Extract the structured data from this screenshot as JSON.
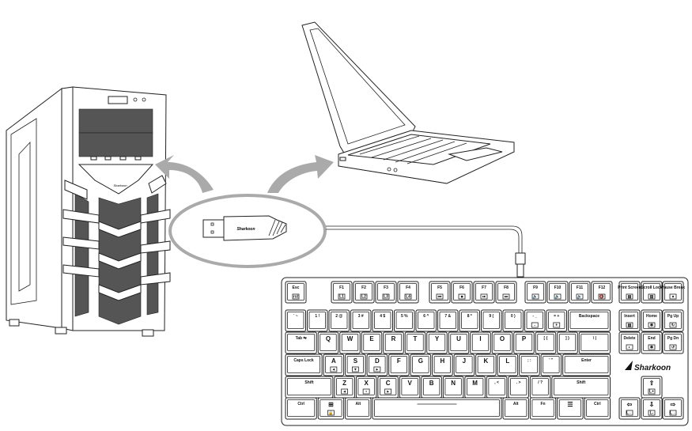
{
  "brand": "Sharkoon",
  "colors": {
    "arrow": "#aaaaaa",
    "line": "#222222",
    "mesh": "#555555"
  },
  "usb_plug": {
    "logo": "Sharkoon"
  },
  "tower": {
    "logo": "Sharkoon"
  },
  "keyboard": {
    "logo": "Sharkoon",
    "function_row": [
      {
        "label": "Esc",
        "sub": "rst"
      },
      {
        "label": "F1",
        "sub": "L1"
      },
      {
        "label": "F2",
        "sub": "L2"
      },
      {
        "label": "F3",
        "sub": "L3"
      },
      {
        "label": "F4",
        "sub": "L4"
      },
      {
        "label": "F5",
        "sub": "⏮"
      },
      {
        "label": "F6",
        "sub": "■"
      },
      {
        "label": "F7",
        "sub": "⏯"
      },
      {
        "label": "F8",
        "sub": "⏭"
      },
      {
        "label": "F9",
        "sub": "🔈"
      },
      {
        "label": "F10",
        "sub": "🔉"
      },
      {
        "label": "F11",
        "sub": "🔊"
      },
      {
        "label": "F12",
        "sub": "🔇"
      },
      {
        "label": "Print Screen",
        "sub": "▤"
      },
      {
        "label": "Scroll Lock",
        "sub": "▥"
      },
      {
        "label": "Pause Break",
        "sub": "⏸"
      }
    ],
    "rows": [
      [
        {
          "label": "` ~"
        },
        {
          "label": "1 !"
        },
        {
          "label": "2 @"
        },
        {
          "label": "3 #"
        },
        {
          "label": "4 $"
        },
        {
          "label": "5 %"
        },
        {
          "label": "6 ^"
        },
        {
          "label": "7 &"
        },
        {
          "label": "8 *"
        },
        {
          "label": "9 ("
        },
        {
          "label": "0 )"
        },
        {
          "label": "- _",
          "sub": "-"
        },
        {
          "label": "= +",
          "sub": "+"
        },
        {
          "label": "Backspace"
        }
      ],
      [
        {
          "label": "Tab ⇆"
        },
        {
          "label": "Q"
        },
        {
          "label": "W"
        },
        {
          "label": "E"
        },
        {
          "label": "R"
        },
        {
          "label": "T"
        },
        {
          "label": "Y"
        },
        {
          "label": "U"
        },
        {
          "label": "I"
        },
        {
          "label": "O"
        },
        {
          "label": "P"
        },
        {
          "label": "[ {"
        },
        {
          "label": "] }"
        },
        {
          "label": "\\ |"
        }
      ],
      [
        {
          "label": "Caps Lock"
        },
        {
          "label": "A",
          "sub": "◂"
        },
        {
          "label": "S",
          "sub": "▾"
        },
        {
          "label": "D",
          "sub": "▸"
        },
        {
          "label": "F"
        },
        {
          "label": "G"
        },
        {
          "label": "H"
        },
        {
          "label": "J"
        },
        {
          "label": "K"
        },
        {
          "label": "L"
        },
        {
          "label": "; :"
        },
        {
          "label": "' \""
        },
        {
          "label": "Enter"
        }
      ],
      [
        {
          "label": "Shift"
        },
        {
          "label": "Z",
          "sub": "◂"
        },
        {
          "label": "X",
          "sub": "▪"
        },
        {
          "label": "C",
          "sub": "▸"
        },
        {
          "label": "V"
        },
        {
          "label": "B"
        },
        {
          "label": "N"
        },
        {
          "label": "M"
        },
        {
          "label": ", <"
        },
        {
          "label": ". >"
        },
        {
          "label": "/ ?"
        },
        {
          "label": "Shift"
        }
      ],
      [
        {
          "label": "Ctrl"
        },
        {
          "label": "⊞",
          "sub": "🔒"
        },
        {
          "label": "Alt"
        },
        {
          "label": ""
        },
        {
          "label": "Alt"
        },
        {
          "label": "Fn"
        },
        {
          "label": "☰"
        },
        {
          "label": "Ctrl"
        }
      ]
    ],
    "nav": [
      {
        "label": "Insert",
        "sub": "▤"
      },
      {
        "label": "Home",
        "sub": "✱"
      },
      {
        "label": "Pg Up",
        "sub": "↻"
      },
      {
        "label": "Delete",
        "sub": "◐"
      },
      {
        "label": "End",
        "sub": "✱"
      },
      {
        "label": "Pg Dn",
        "sub": "↺"
      }
    ],
    "arrows": [
      {
        "label": "⇧",
        "sub": "L+"
      },
      {
        "label": "⇦",
        "sub": "L←"
      },
      {
        "label": "⇩",
        "sub": "L-"
      },
      {
        "label": "⇨",
        "sub": "L→"
      }
    ]
  }
}
